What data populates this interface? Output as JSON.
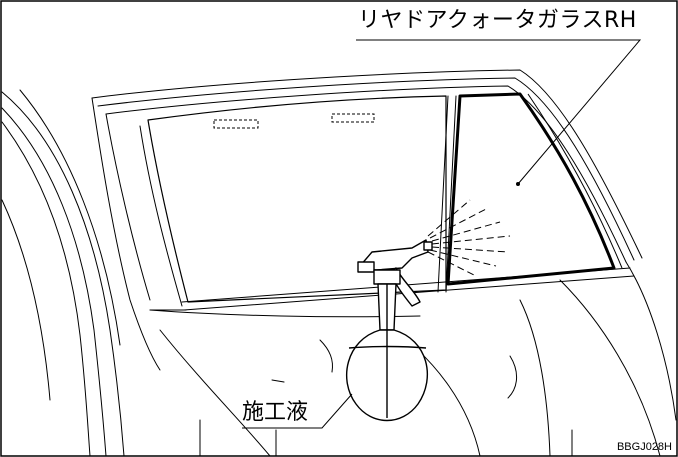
{
  "labels": {
    "part_name": "リヤドアクォータガラスRH",
    "liquid": "施工液",
    "figure_code": "BBGJ028H"
  }
}
